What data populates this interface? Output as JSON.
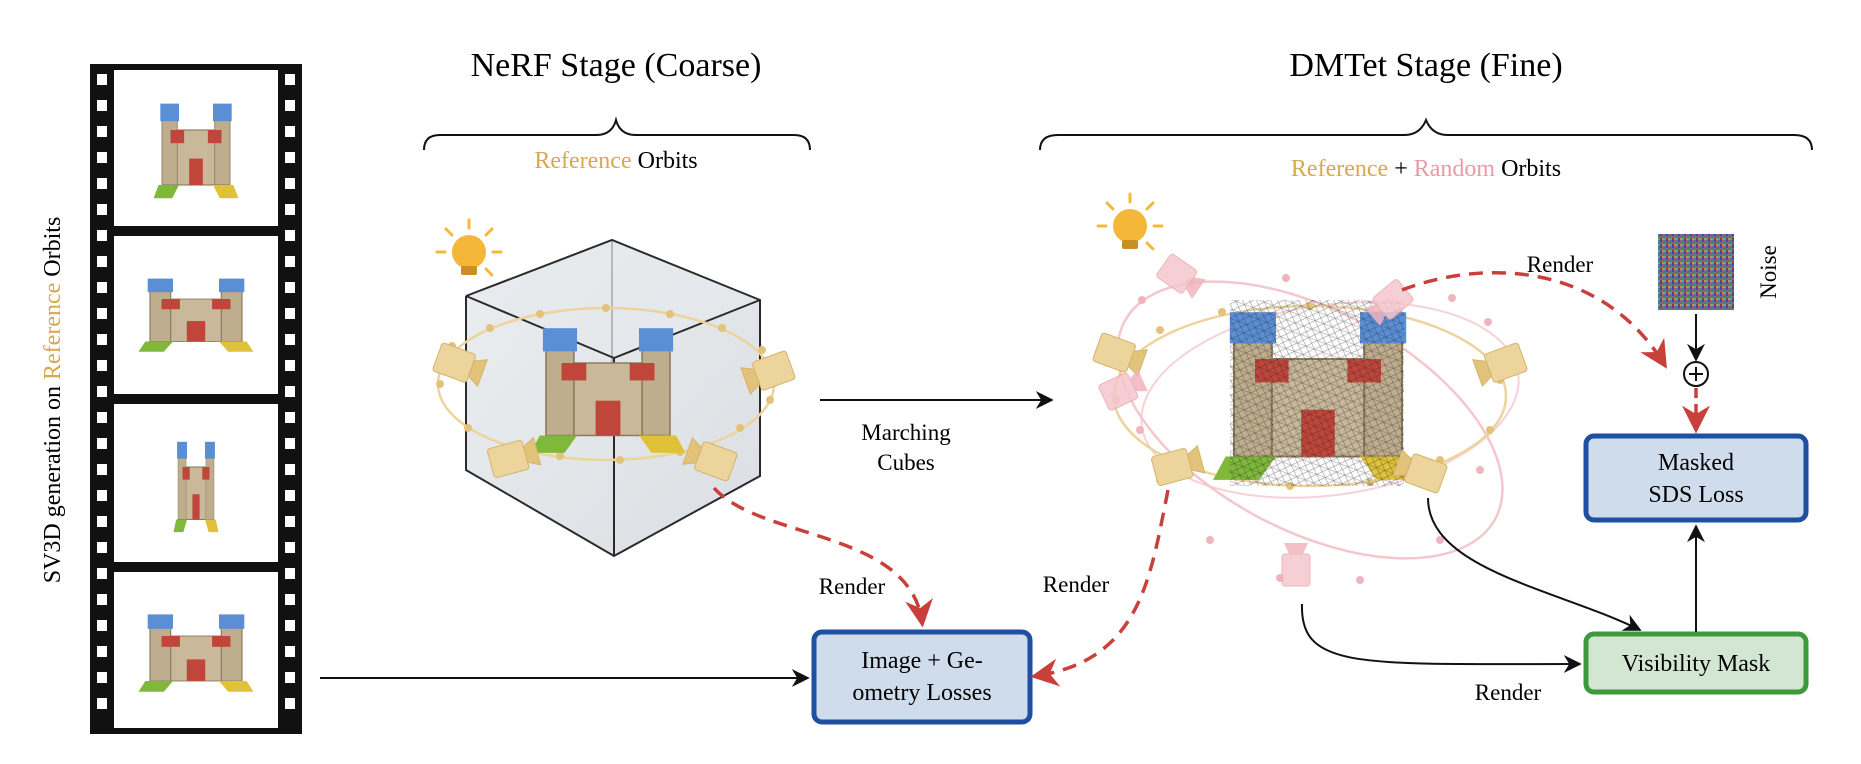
{
  "side_label": {
    "prefix": "SV3D generation on ",
    "highlight": "Reference",
    "suffix": " Orbits"
  },
  "nerf": {
    "title": "NeRF Stage (Coarse)",
    "orbit_highlight": "Reference",
    "orbit_suffix": " Orbits"
  },
  "dmtet": {
    "title": "DMTet Stage (Fine)",
    "orbit_ref": "Reference",
    "orbit_plus": " + ",
    "orbit_random": "Random",
    "orbit_suffix": " Orbits"
  },
  "labels": {
    "marching_1": "Marching",
    "marching_2": "Cubes",
    "render_nerf": "Render",
    "render_dmtet_left": "Render",
    "render_top": "Render",
    "render_bottom": "Render",
    "noise": "Noise"
  },
  "boxes": {
    "image_loss_1": "Image + Ge-",
    "image_loss_2": "ometry Losses",
    "sds_1": "Masked",
    "sds_2": "SDS Loss",
    "visibility": "Visibility Mask"
  },
  "colors": {
    "reference": "#d9a84e",
    "random": "#e89aa8",
    "render_arrow": "#c9403a",
    "blue_box_border": "#1f4fa0",
    "blue_box_fill": "#cfdcec",
    "green_box_border": "#3c9a3c",
    "green_box_fill": "#d3e6d1",
    "camera_ref": "#ecd49c",
    "camera_random": "#f4c7cc"
  },
  "icons": [
    "film-strip-icon",
    "lightbulb-icon",
    "camera-icon",
    "castle-icon",
    "noise-icon",
    "plus-circle-icon"
  ]
}
